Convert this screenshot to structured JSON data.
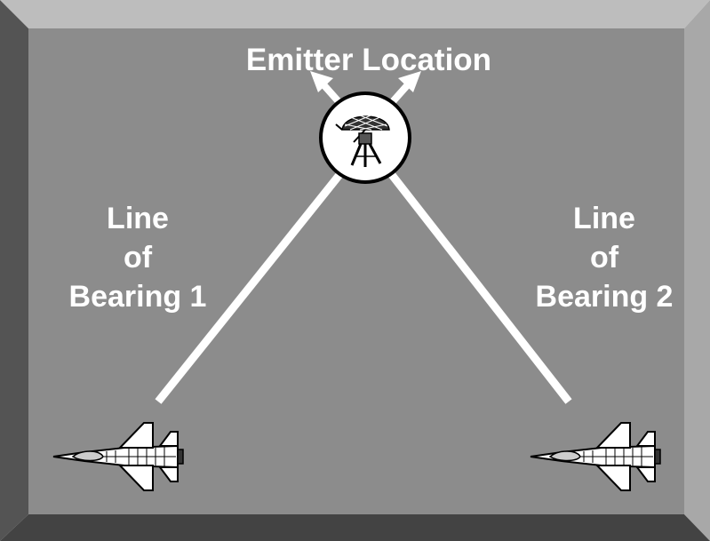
{
  "title": "Emitter Location",
  "bearing_1": {
    "line1": "Line",
    "line2": "of",
    "line3": "Bearing 1"
  },
  "bearing_2": {
    "line1": "Line",
    "line2": "of",
    "line3": "Bearing 2"
  },
  "icons": {
    "emitter": "radar-dish-icon",
    "aircraft": "fighter-jet-icon"
  },
  "colors": {
    "field": "#8c8c8c",
    "bevel_top": "#bdbdbd",
    "bevel_left": "#545454",
    "bevel_right": "#a8a8a8",
    "bevel_bottom": "#434343",
    "lines": "#ffffff",
    "text": "#ffffff"
  }
}
